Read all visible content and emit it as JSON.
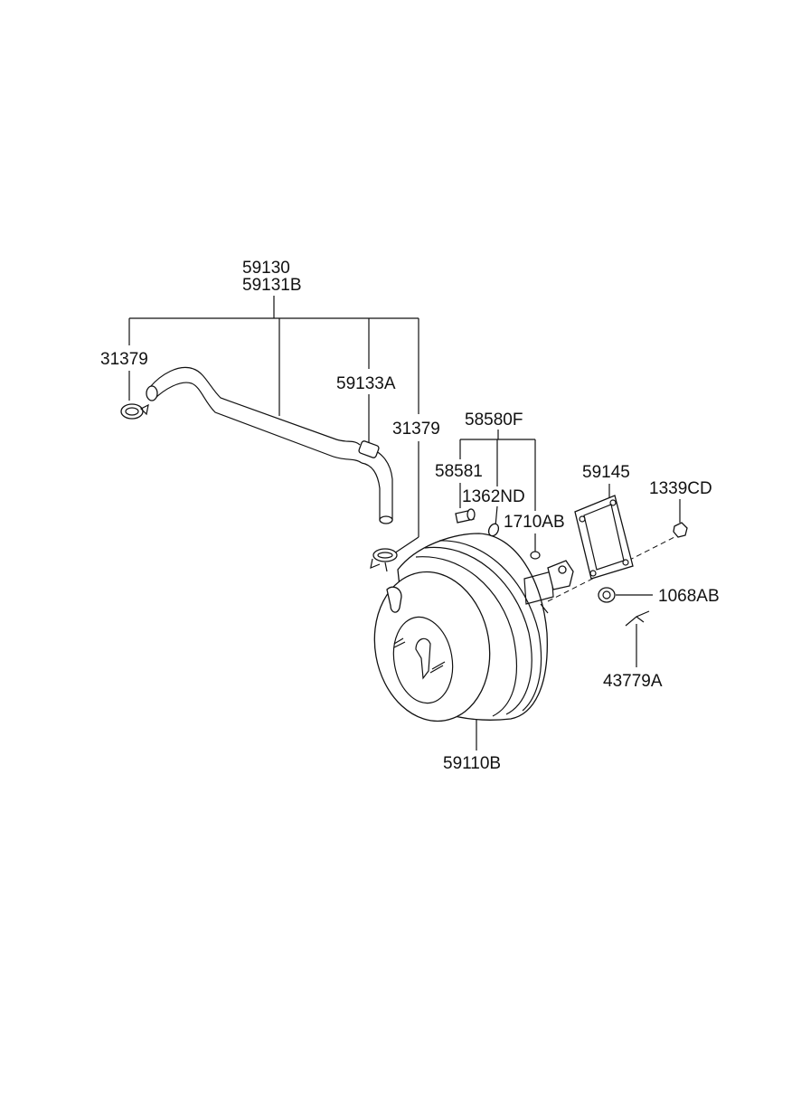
{
  "labels": {
    "hose_assy": "59130",
    "hose_assy_alt": "59131B",
    "clamp_left": "31379",
    "hose_vacuum": "59133A",
    "clamp_right": "31379",
    "check_valve_kit": "58580F",
    "check_valve": "58581",
    "grommet": "1362ND",
    "o_ring": "1710AB",
    "gasket": "59145",
    "nut_1339": "1339CD",
    "nut_1068": "1068AB",
    "pin": "43779A",
    "booster": "59110B"
  },
  "colors": {
    "line": "#111111",
    "background": "#ffffff"
  }
}
